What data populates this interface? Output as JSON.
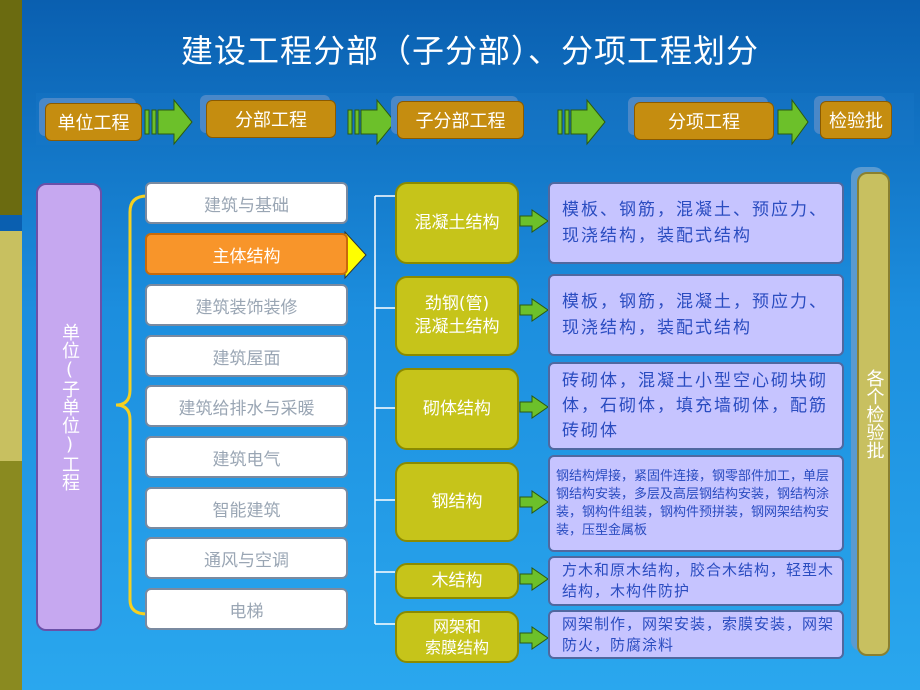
{
  "title": "建设工程分部（子分部）、分项工程划分",
  "flow": [
    "单位工程",
    "分部工程",
    "子分部工程",
    "分项工程",
    "检验批"
  ],
  "unit_label": "单位(子单位)工程",
  "divisions": [
    "建筑与基础",
    "主体结构",
    "建筑装饰装修",
    "建筑屋面",
    "建筑给排水与采暖",
    "建筑电气",
    "智能建筑",
    "通风与空调",
    "电梯"
  ],
  "subdivisions": [
    {
      "label": "混凝土结构",
      "desc": "模板、钢筋，混凝土、预应力、现浇结构，装配式结构"
    },
    {
      "label": "劲钢(管)\n混凝土结构",
      "desc": "模板，钢筋，混凝土，预应力、现浇结构，装配式结构"
    },
    {
      "label": "砌体结构",
      "desc": "砖砌体，混凝土小型空心砌块砌体，石砌体，填充墙砌体，配筋砖砌体"
    },
    {
      "label": "钢结构",
      "desc": "钢结构焊接，紧固件连接，钢零部件加工，单层钢结构安装，多层及高层钢结构安装，钢结构涂装，钢构件组装，钢构件预拼装，钢网架结构安装，压型金属板"
    },
    {
      "label": "木结构",
      "desc": "方木和原木结构，胶合木结构，轻型木结构，木构件防护"
    },
    {
      "label": "网架和\n索膜结构",
      "desc": "网架制作，网架安装，索膜安装，网架防火，防腐涂料"
    }
  ],
  "inspection_label": "各个检验批",
  "colors": {
    "flow_box": "#c58d10",
    "active": "#f8952a",
    "sub": "#c6c41a",
    "desc_bg": "#c6c4ff",
    "desc_text": "#2a4cc0",
    "arrow": "#6cc02a"
  }
}
